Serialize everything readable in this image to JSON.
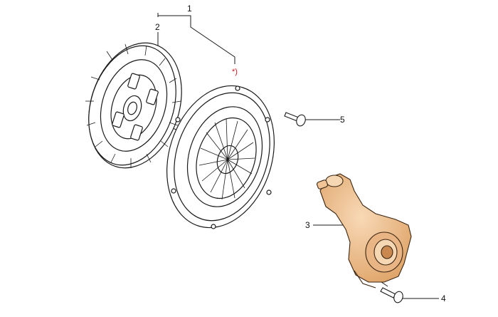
{
  "callouts": {
    "c1": "1",
    "c2": "2",
    "c3": "3",
    "c4": "4",
    "c5": "5",
    "note_mark": "*)"
  },
  "colors": {
    "line": "#1a1a1a",
    "part_fill": "#ffffff",
    "slave_cylinder_fill": "#f3c79a",
    "slave_cylinder_dark": "#d89a62",
    "note_red": "#d2141e"
  }
}
